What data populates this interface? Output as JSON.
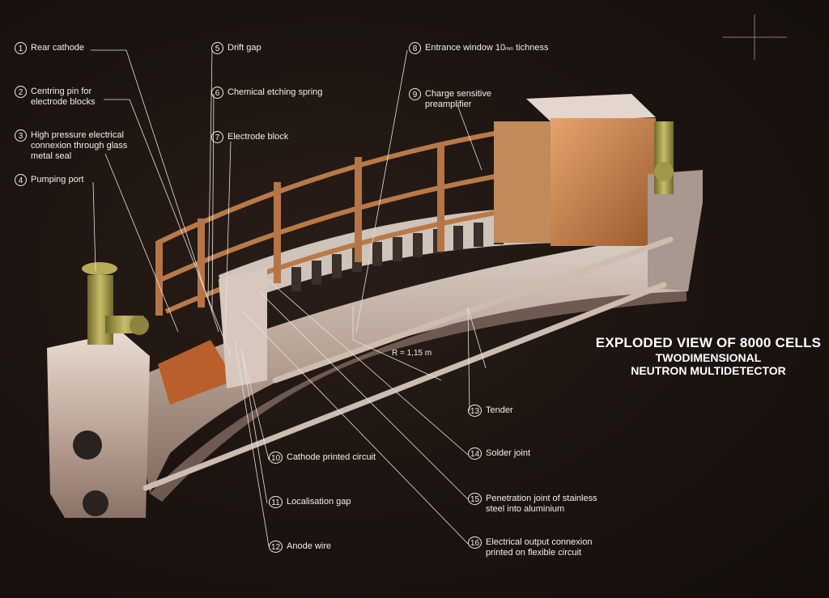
{
  "title": {
    "line1": "EXPLODED VIEW OF 8000 CELLS",
    "line2": "TWODIMENSIONAL",
    "line3": "NEUTRON MULTIDETECTOR"
  },
  "radius_label": "R = 1,15 m",
  "callouts": [
    {
      "num": "1",
      "line1": "Rear cathode",
      "line2": ""
    },
    {
      "num": "2",
      "line1": "Centring pin for",
      "line2": "electrode blocks"
    },
    {
      "num": "3",
      "line1": "High pressure electrical",
      "line2": "connexion through glass",
      "line3": "metal seal"
    },
    {
      "num": "4",
      "line1": "Pumping port",
      "line2": ""
    },
    {
      "num": "5",
      "line1": "Drift gap",
      "line2": ""
    },
    {
      "num": "6",
      "line1": "Chemical etching spring",
      "line2": ""
    },
    {
      "num": "7",
      "line1": "Electrode block",
      "line2": ""
    },
    {
      "num": "8",
      "line1": "Entrance window 10",
      "unit": "mm",
      "line1b": " tichness",
      "line2": ""
    },
    {
      "num": "9",
      "line1": "Charge sensitive",
      "line2": "preamplifier"
    },
    {
      "num": "10",
      "line1": "Cathode printed circuit",
      "line2": ""
    },
    {
      "num": "11",
      "line1": "Localisation gap",
      "line2": ""
    },
    {
      "num": "12",
      "line1": "Anode wire",
      "line2": ""
    },
    {
      "num": "13",
      "line1": "Tender",
      "line2": ""
    },
    {
      "num": "14",
      "line1": "Solder joint",
      "line2": ""
    },
    {
      "num": "15",
      "line1": "Penetration joint of stainless",
      "line2": "steel into aluminium"
    },
    {
      "num": "16",
      "line1": "Electrical output connexion",
      "line2": "printed on flexible circuit"
    }
  ]
}
